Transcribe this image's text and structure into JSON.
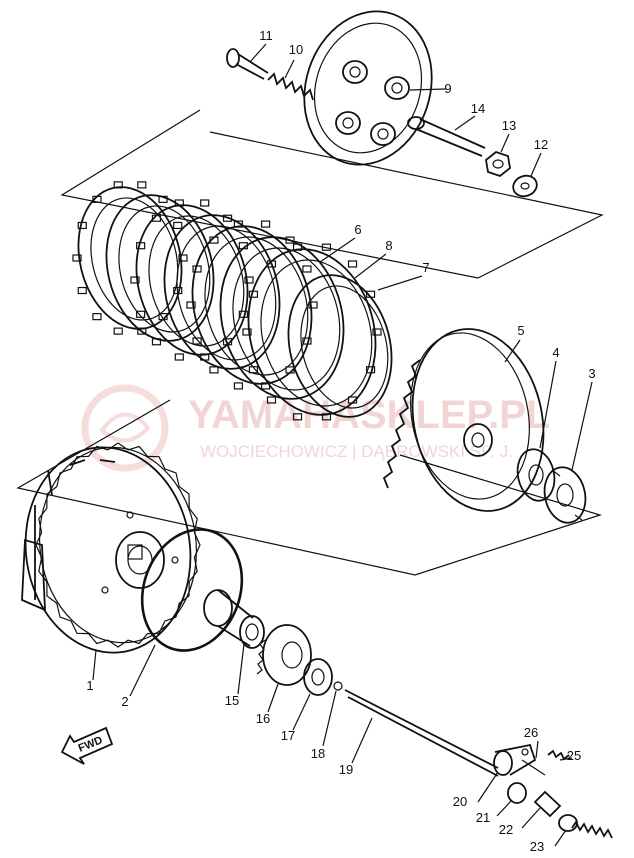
{
  "watermark": {
    "brand": "YAMAHASKLEP.PL",
    "subtitle": "WOJCIECHOWICZ | DĄBROWSKI SP. J."
  },
  "direction_label": "FWD",
  "callouts": [
    {
      "id": "1",
      "label": "1"
    },
    {
      "id": "2",
      "label": "2"
    },
    {
      "id": "3",
      "label": "3"
    },
    {
      "id": "4",
      "label": "4"
    },
    {
      "id": "5",
      "label": "5"
    },
    {
      "id": "6",
      "label": "6"
    },
    {
      "id": "7",
      "label": "7"
    },
    {
      "id": "8",
      "label": "8"
    },
    {
      "id": "9",
      "label": "9"
    },
    {
      "id": "10",
      "label": "10"
    },
    {
      "id": "11",
      "label": "11"
    },
    {
      "id": "12",
      "label": "12"
    },
    {
      "id": "13",
      "label": "13"
    },
    {
      "id": "14",
      "label": "14"
    },
    {
      "id": "15",
      "label": "15"
    },
    {
      "id": "16",
      "label": "16"
    },
    {
      "id": "17",
      "label": "17"
    },
    {
      "id": "18",
      "label": "18"
    },
    {
      "id": "19",
      "label": "19"
    },
    {
      "id": "20",
      "label": "20"
    },
    {
      "id": "21",
      "label": "21"
    },
    {
      "id": "22",
      "label": "22"
    },
    {
      "id": "23",
      "label": "23"
    },
    {
      "id": "25",
      "label": "25"
    },
    {
      "id": "26",
      "label": "26"
    }
  ]
}
